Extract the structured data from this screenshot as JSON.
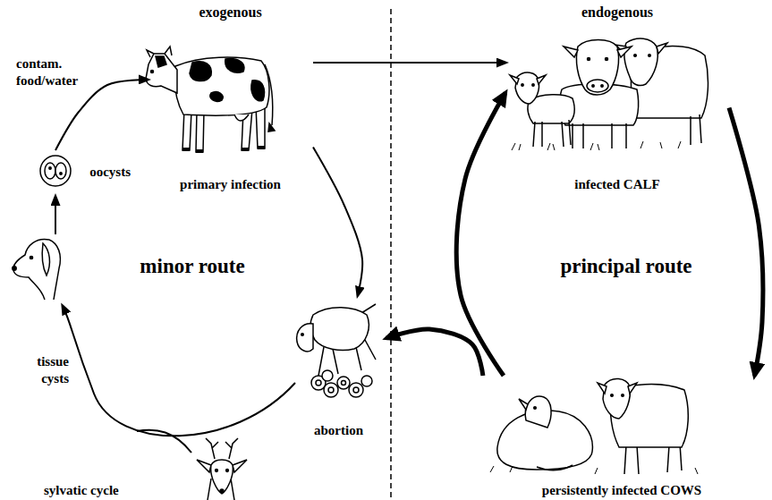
{
  "diagram": {
    "nodes": [
      {
        "text": [
          "exogenous",
          "primary infection"
        ]
      },
      {
        "text": [
          "abortion"
        ]
      },
      {
        "text": [
          "oocysts"
        ]
      },
      {
        "text": [
          "endogenous",
          "infected CALF"
        ]
      },
      {
        "text": [
          "persistently infected COWS"
        ]
      },
      {
        "text": [
          "sylvatic cycle"
        ]
      }
    ],
    "edges": [
      {
        "from": 0,
        "to": 3,
        "arrow": "to"
      },
      {
        "from": 0,
        "to": 1,
        "arrow": "to"
      },
      {
        "from": 2,
        "to": 0,
        "label": "contam. food/water",
        "arrow": "to"
      },
      {
        "from": 3,
        "to": 4,
        "arrow": "to"
      },
      {
        "from": 4,
        "to": 3,
        "arrow": "to"
      },
      {
        "from": 4,
        "to": 1,
        "arrow": "to"
      }
    ],
    "labels": [
      "minor route",
      "tissue cysts",
      "principal route"
    ]
  }
}
